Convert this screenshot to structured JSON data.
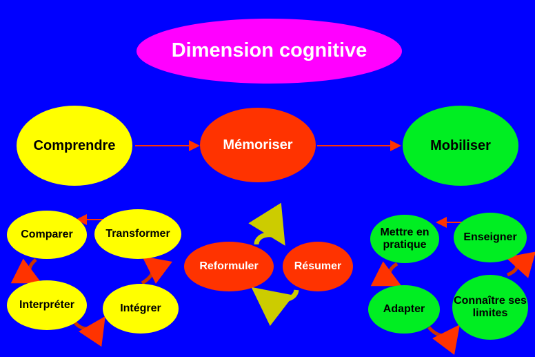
{
  "title": "Dimension cognitive",
  "main": {
    "comprendre": "Comprendre",
    "memoriser": "Mémoriser",
    "mobiliser": "Mobiliser"
  },
  "left_cycle": {
    "comparer": "Comparer",
    "transformer": "Transformer",
    "interpreter": "Interpréter",
    "integrer": "Intégrer"
  },
  "middle_cycle": {
    "reformuler": "Reformuler",
    "resumer": "Résumer"
  },
  "right_cycle": {
    "mettre": "Mettre en pratique",
    "enseigner": "Enseigner",
    "adapter": "Adapter",
    "connaitre": "Connaître ses limites"
  },
  "colors": {
    "background": "#0000ff",
    "yellow": "#ffff00",
    "red": "#ff3300",
    "green": "#00ee22",
    "magenta": "#ff00ff",
    "arrow": "#ff3300"
  }
}
